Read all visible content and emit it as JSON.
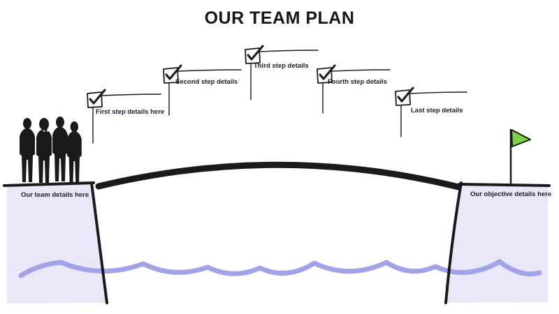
{
  "title": "OUR TEAM PLAN",
  "steps": [
    {
      "label": "First step details here"
    },
    {
      "label": "Second step details"
    },
    {
      "label": "Third step details"
    },
    {
      "label": "Fourth step details"
    },
    {
      "label": "Last step details"
    }
  ],
  "team_box": {
    "label": "Our team details here"
  },
  "objective_box": {
    "label": "Our objective details here"
  },
  "icons": {
    "step_marker": "checkbox-with-checkmark",
    "goal_marker": "green-flag",
    "team_marker": "people-silhouettes"
  },
  "colors": {
    "ink": "#1a1a1a",
    "cliff_fill": "#e9e7f8",
    "water": "#a2a2e8",
    "flag_green": "#7ed04a"
  }
}
